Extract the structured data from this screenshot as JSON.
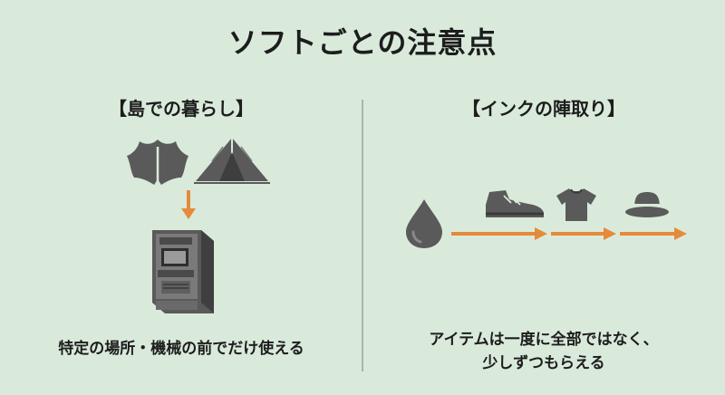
{
  "title": "ソフトごとの注意点",
  "left": {
    "heading": "【島での暮らし】",
    "caption": "特定の場所・機械の前でだけ使える",
    "icons": [
      "leaf-icon",
      "tent-icon",
      "arrow-down-icon",
      "atm-machine-icon"
    ]
  },
  "right": {
    "heading": "【インクの陣取り】",
    "caption_line1": "アイテムは一度に全部ではなく、",
    "caption_line2": "少しずつもらえる",
    "icons": [
      "ink-drop-icon",
      "shoe-icon",
      "shirt-icon",
      "hat-icon",
      "arrow-right-icon"
    ]
  },
  "colors": {
    "background": "#d9eadb",
    "icon_gray": "#5a5a5a",
    "arrow_orange": "#e58a3a"
  }
}
